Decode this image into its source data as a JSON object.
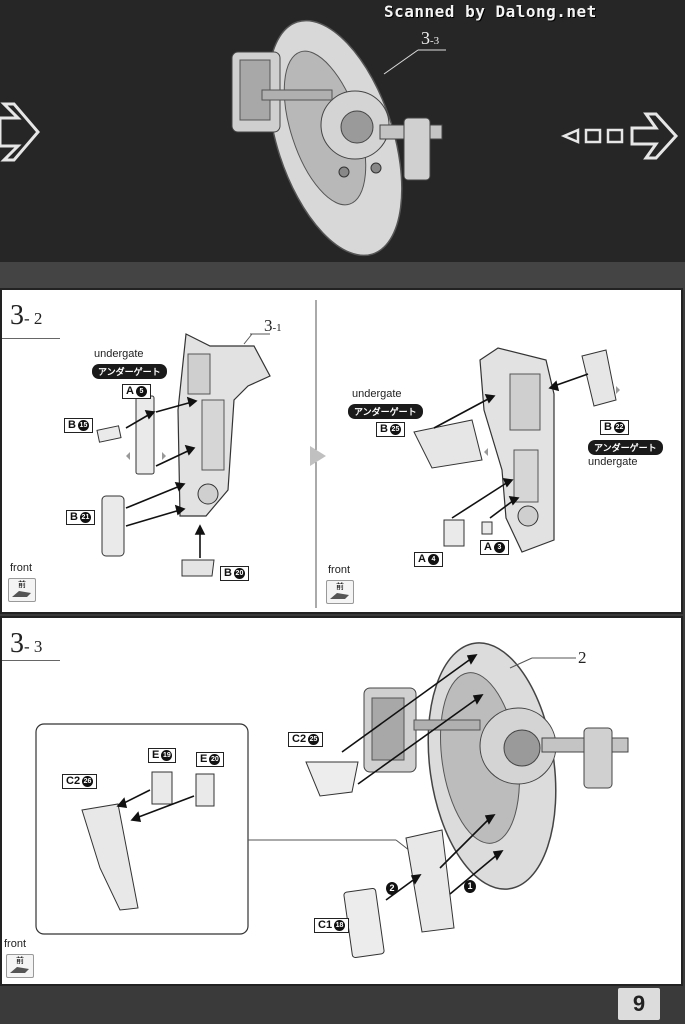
{
  "watermark": "Scanned by Dalong.net",
  "top_callout": {
    "main": "3",
    "sub": "-3"
  },
  "step_3_2": {
    "title_main": "3",
    "title_sub": "- 2",
    "ref_label_main": "3",
    "ref_label_sub": "-1",
    "left": {
      "undergate_en": "undergate",
      "undergate_jp": "アンダーゲート",
      "parts": [
        {
          "letter": "A",
          "num": "5"
        },
        {
          "letter": "B",
          "num": "15"
        },
        {
          "letter": "B",
          "num": "21"
        },
        {
          "letter": "B",
          "num": "20"
        }
      ]
    },
    "right": {
      "undergate_en": "undergate",
      "undergate_jp": "アンダーゲート",
      "undergate2_jp": "アンダーゲート",
      "undergate2_en": "undergate",
      "parts": [
        {
          "letter": "B",
          "num": "25"
        },
        {
          "letter": "B",
          "num": "22"
        },
        {
          "letter": "A",
          "num": "4"
        },
        {
          "letter": "A",
          "num": "3"
        }
      ]
    },
    "front_label": "front",
    "front_icon_glyph": "前"
  },
  "step_3_3": {
    "title_main": "3",
    "title_sub": "- 3",
    "ref_label": "2",
    "parts": [
      {
        "letter": "C2",
        "num": "25"
      },
      {
        "letter": "E",
        "num": "19"
      },
      {
        "letter": "E",
        "num": "20"
      },
      {
        "letter": "C2",
        "num": "26"
      },
      {
        "letter": "C1",
        "num": "18"
      }
    ],
    "order_markers": [
      "1",
      "2"
    ],
    "front_label": "front",
    "front_icon_glyph": "前"
  },
  "page_number": "9",
  "icons": [
    "arrow-right-outline-icon",
    "arrow-dashed-right-icon",
    "arrow-triangle-right-icon"
  ]
}
